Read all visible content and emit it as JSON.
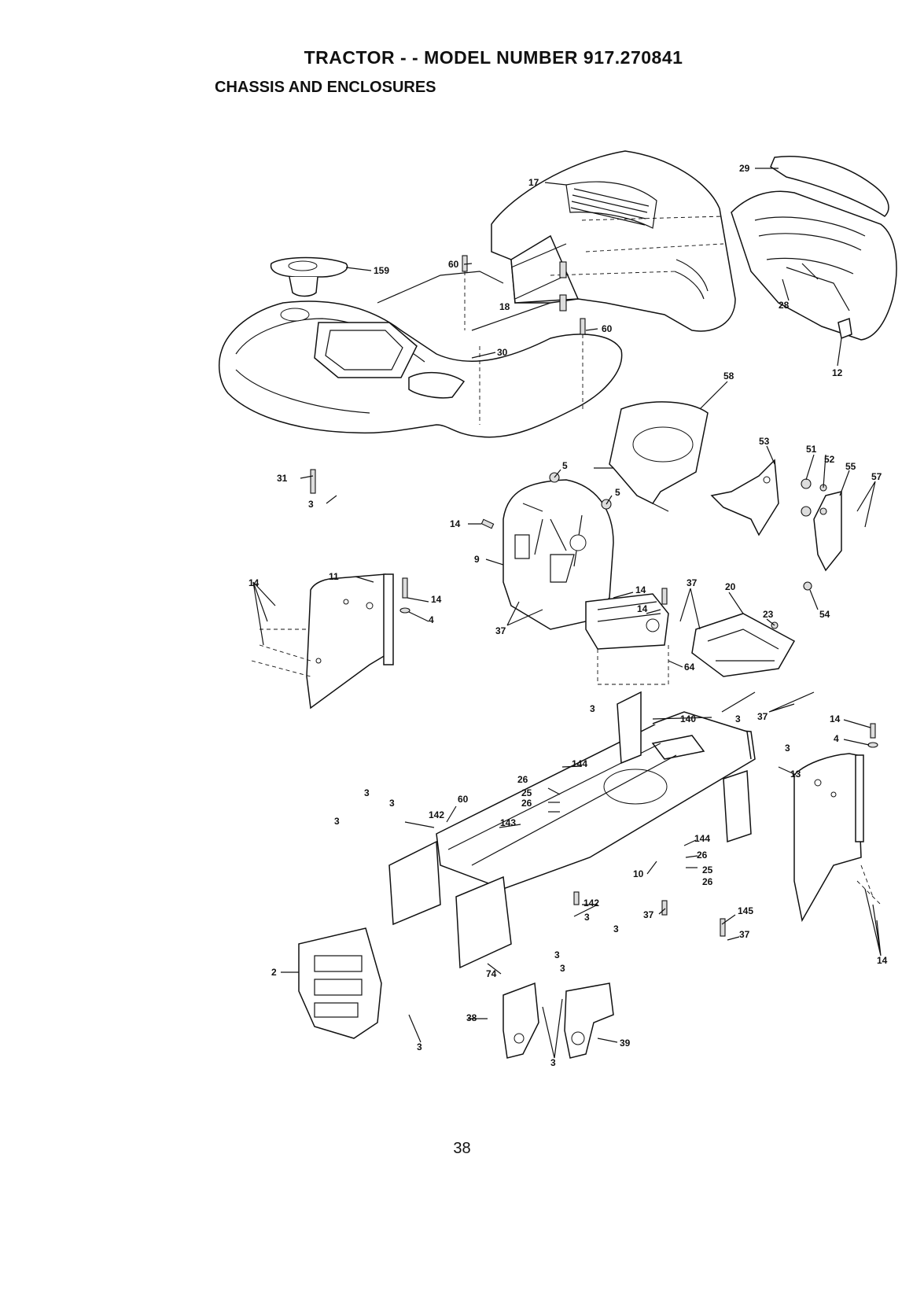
{
  "header": {
    "title": "TRACTOR - - MODEL NUMBER 917.270841",
    "subtitle": "CHASSIS AND ENCLOSURES"
  },
  "footer": {
    "page_number": "38"
  },
  "callouts": [
    "17",
    "29",
    "159",
    "60",
    "18",
    "60",
    "28",
    "30",
    "12",
    "58",
    "5",
    "53",
    "51",
    "52",
    "55",
    "57",
    "31",
    "3",
    "5",
    "14",
    "9",
    "11",
    "14",
    "14",
    "4",
    "37",
    "14",
    "14",
    "37",
    "20",
    "23",
    "54",
    "64",
    "140",
    "3",
    "37",
    "14",
    "4",
    "3",
    "3",
    "144",
    "26",
    "25",
    "26",
    "13",
    "3",
    "3",
    "60",
    "142",
    "143",
    "3",
    "144",
    "26",
    "25",
    "26",
    "10",
    "142",
    "3",
    "37",
    "145",
    "37",
    "3",
    "14",
    "2",
    "74",
    "3",
    "3",
    "3",
    "38",
    "3",
    "39"
  ]
}
